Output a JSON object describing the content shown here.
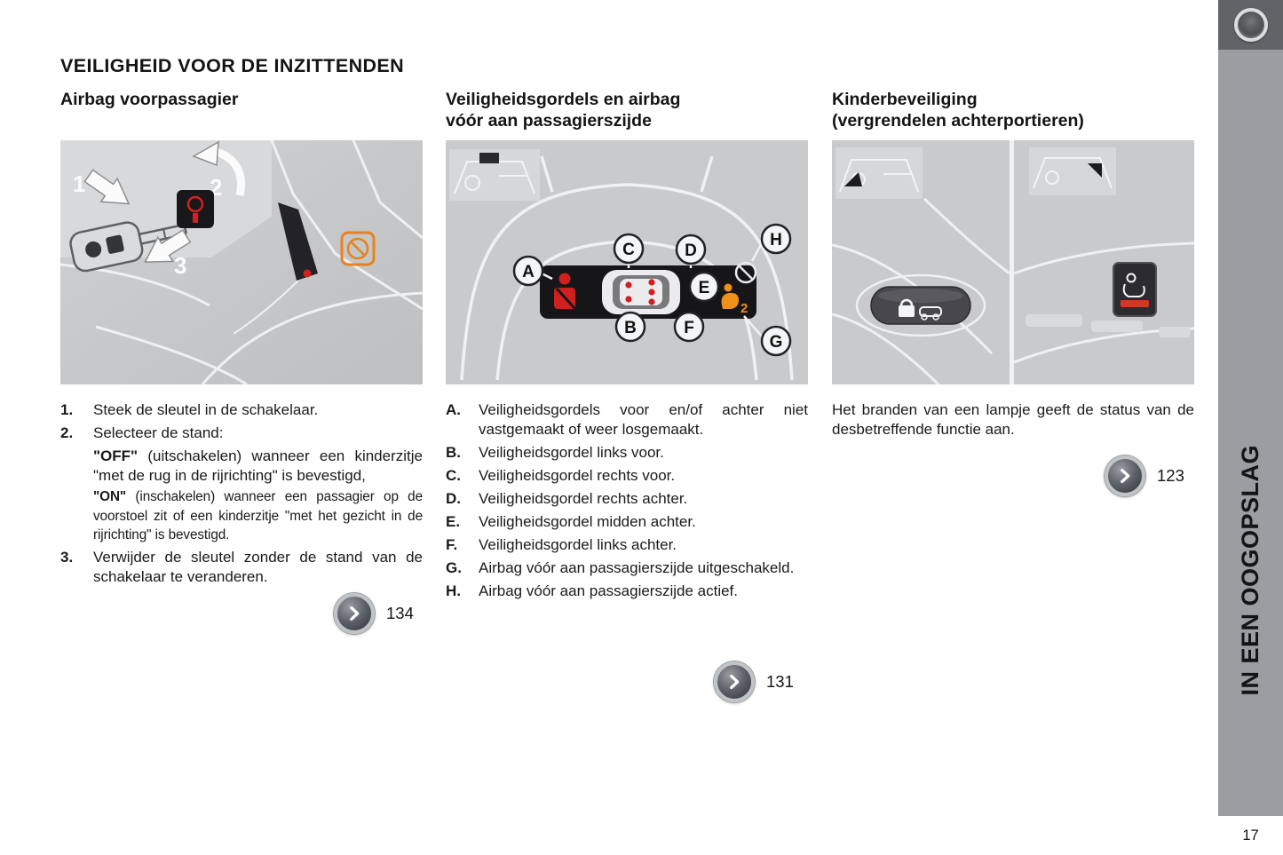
{
  "header": {
    "title": "VEILIGHEID VOOR DE INZITTENDEN"
  },
  "sidebar": {
    "tab_label": "IN EEN OOGOPSLAG",
    "page_number": "17"
  },
  "airbag": {
    "title": "Airbag voorpassagier",
    "diagram_numbers": [
      "1",
      "2",
      "3"
    ],
    "step1_num": "1.",
    "step1_text": "Steek de sleutel in de schakelaar.",
    "step2_num": "2.",
    "step2_text": "Selecteer de stand:",
    "off_label": "\"OFF\"",
    "off_text": "(uitschakelen) wanneer een kinderzitje \"met de rug in de rijrichting\" is bevestigd,",
    "on_label": "\"ON\"",
    "on_text": "(inschakelen) wanneer een passagier op de voorstoel zit of een kinderzitje \"met het gezicht in de rijrichting\" is bevestigd.",
    "step3_num": "3.",
    "step3_text": "Verwijder de sleutel zonder de stand van de schakelaar te veranderen.",
    "page_ref": "134"
  },
  "belts": {
    "title_line1": "Veiligheidsgordels en airbag",
    "title_line2": "vóór aan passagierszijde",
    "diagram_labels": [
      "A",
      "B",
      "C",
      "D",
      "E",
      "F",
      "G",
      "H"
    ],
    "airbag_seat_number": "2",
    "items": [
      {
        "label": "A.",
        "text": "Veiligheidsgordels voor en/of achter niet vastgemaakt of weer losgemaakt."
      },
      {
        "label": "B.",
        "text": "Veiligheidsgordel links voor."
      },
      {
        "label": "C.",
        "text": "Veiligheidsgordel rechts voor."
      },
      {
        "label": "D.",
        "text": "Veiligheidsgordel rechts achter."
      },
      {
        "label": "E.",
        "text": "Veiligheidsgordel midden achter."
      },
      {
        "label": "F.",
        "text": "Veiligheidsgordel links achter."
      },
      {
        "label": "G.",
        "text": "Airbag vóór aan passagierszijde uitgeschakeld."
      },
      {
        "label": "H.",
        "text": "Airbag vóór aan passagierszijde actief."
      }
    ],
    "page_ref": "131"
  },
  "childlock": {
    "title_line1": "Kinderbeveiliging",
    "title_line2": "(vergrendelen achterportieren)",
    "body_text": "Het branden van een lampje geeft de status van de desbetreffende functie aan.",
    "page_ref": "123"
  },
  "colors": {
    "accent_orange": "#ef8f1c",
    "warning_red": "#d01f1f",
    "sidebar_gray": "#9b9da1"
  }
}
